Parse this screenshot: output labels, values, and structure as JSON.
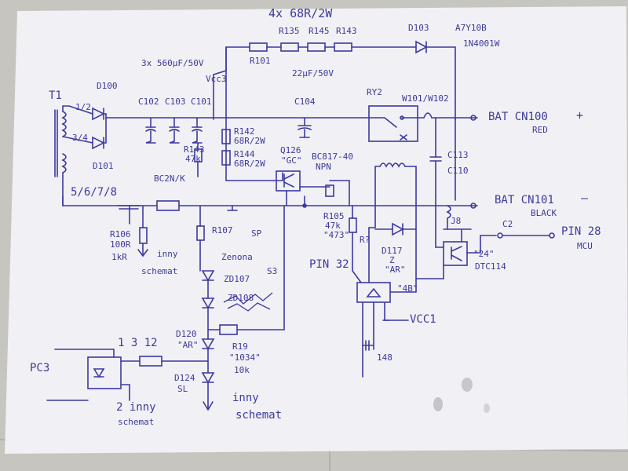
{
  "paper": {
    "ink": "#3b39a0",
    "paper_color": "#f1f0f4",
    "background": "#c9c7c2"
  },
  "labels": {
    "title": "4x 68R/2W",
    "r135": "R135",
    "r145": "R145",
    "r143": "R143",
    "d103": "D103",
    "a7": "A7Y10B",
    "d103_part": "1N4001W",
    "r101": "R101",
    "caps_spec": "3x 560μF/50V",
    "vcc3": "Vcc3",
    "cap22": "22μF/50V",
    "t1": "T1",
    "d100": "D100",
    "d101": "D101",
    "w12": "1/2",
    "w34": "3/4",
    "w5678": "5/6/7/8",
    "c102": "C102",
    "c103": "C103",
    "c101": "C101",
    "c104": "C104",
    "ry2": "RY2",
    "w101": "W101/W102",
    "bat_pos": "BAT CN100",
    "plus": "+",
    "red": "RED",
    "r142": "R142",
    "r142v": "68R/2W",
    "r144": "R144",
    "r144v": "68R/2W",
    "q126": "Q126",
    "gc": "\"GC\"",
    "q_part": "BC817-40",
    "npn": "NPN",
    "r143b": "R143",
    "r143bv": "47k",
    "bc": "BC2N/K",
    "c113": "C113",
    "c110": "C110",
    "bat_neg": "BAT CN101",
    "minus": "—",
    "black": "BLACK",
    "r106": "R106",
    "r106v": "100R",
    "r106w": "1kR",
    "r107": "R107",
    "r105": "R105",
    "r105v": "47k",
    "r105q": "\"473\"",
    "rq": "R?",
    "pin32": "PIN 32",
    "j8": "J8",
    "c2": "C2",
    "pin28": "PIN 28",
    "mcu": "MCU",
    "d117": "D117",
    "d117n": "Z",
    "ar1": "\"AR\"",
    "dtc": "\"24\"",
    "dtc_part": "DTC114",
    "ic4b": "\"4B\"",
    "vcc1": "VCC1",
    "n148": "148",
    "inny1": "inny",
    "schem1": "schemat",
    "zen": "Zenona",
    "zd107": "ZD107",
    "zd108": "ZD108",
    "zsp": "SP",
    "zs": "S3",
    "d120": "D120",
    "ar2": "\"AR\"",
    "r19": "R19",
    "r19v": "\"1034\"",
    "r19w": "10k",
    "d124": "D124",
    "d124v": "SL",
    "pin12": "1 3 12",
    "pc3": "PC3",
    "inny2": "2 inny",
    "schem2": "schemat",
    "inny3": "inny",
    "schem3": "schemat",
    "input_label": "VCC3"
  }
}
